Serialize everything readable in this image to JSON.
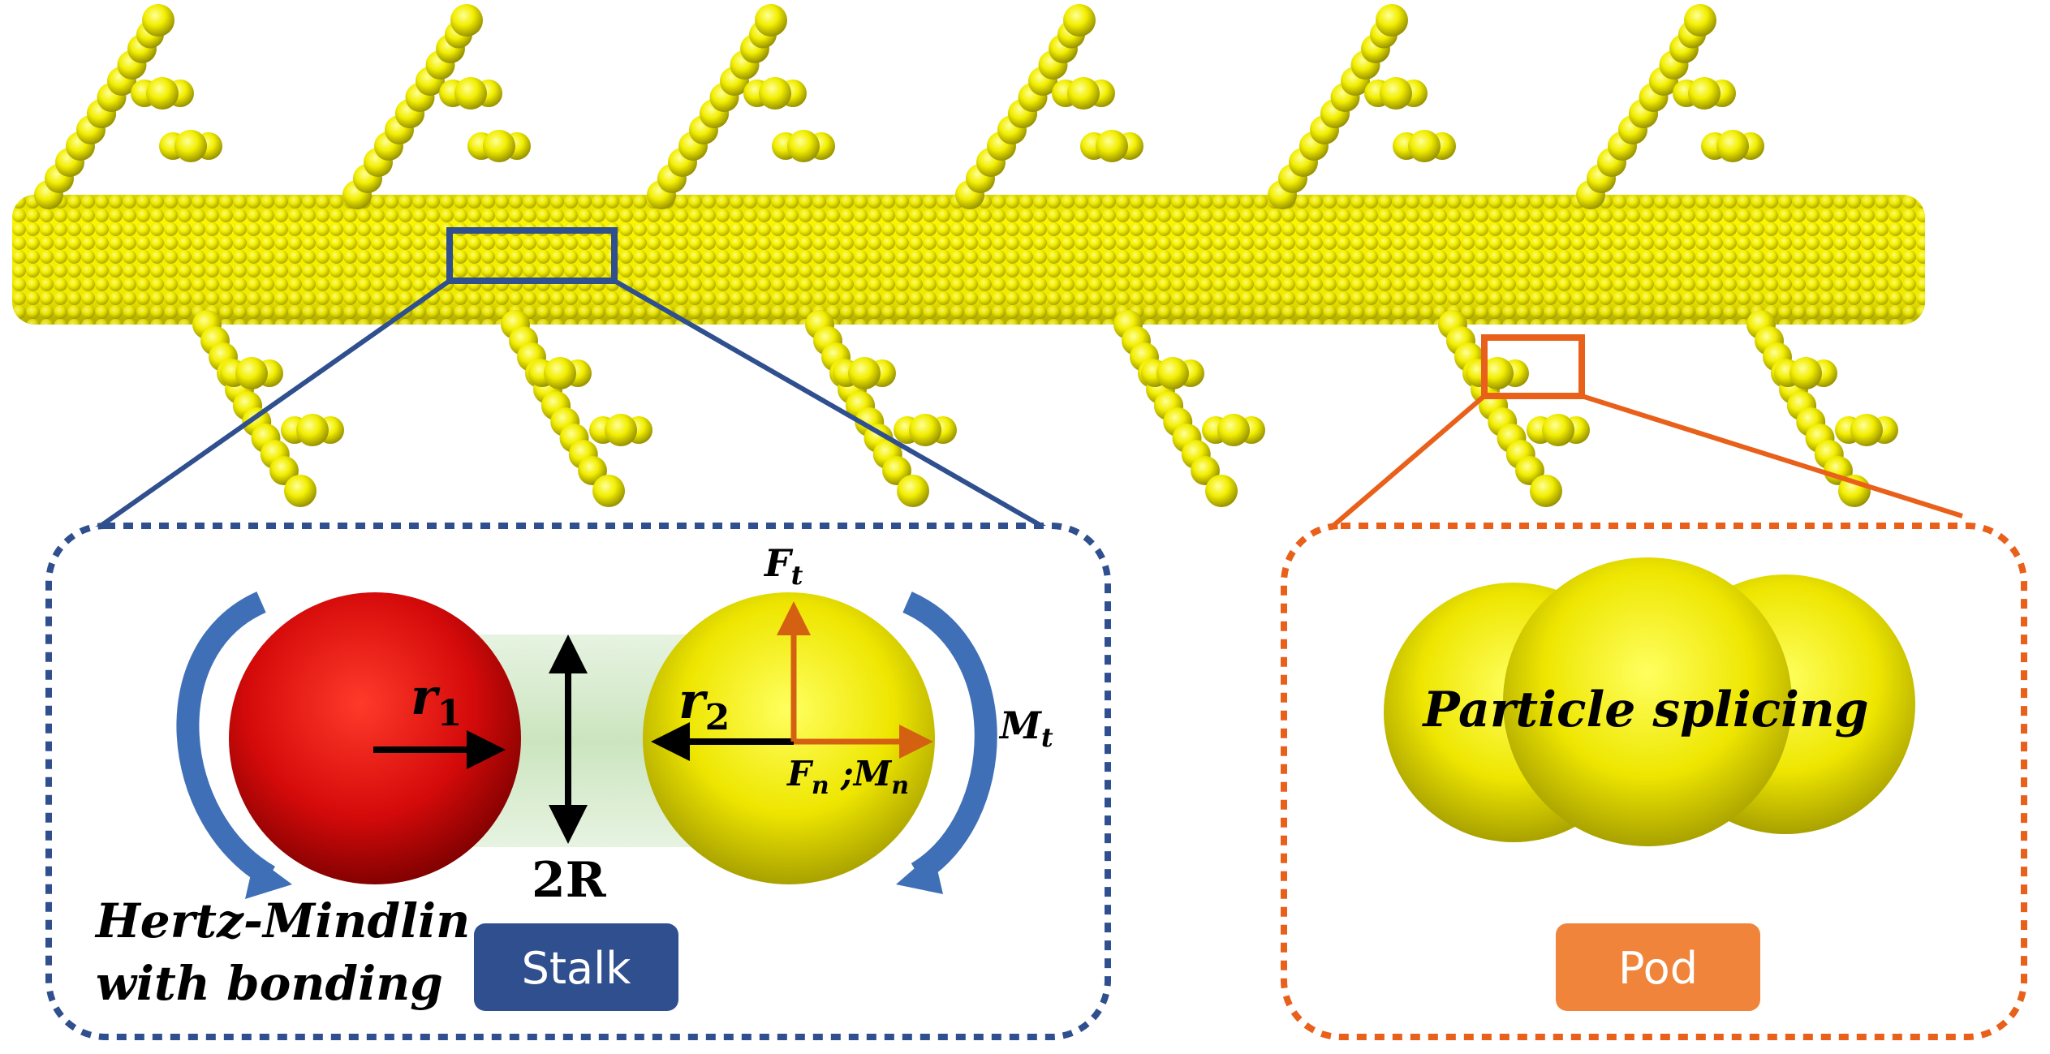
{
  "colors": {
    "particle": "#f2ee00",
    "particle_dark": "#9c9600",
    "red_particle": "#e01010",
    "bond": "#cfe8c4",
    "stalk_box": "#2f4f8f",
    "pod_box": "#e8601a",
    "moment_arrow": "#3f6fb6",
    "force_arrow": "#d46012",
    "stalk_tag": "#2f4f8f",
    "pod_tag": "#f0843a"
  },
  "labels": {
    "r1": "r",
    "r1_sub": "1",
    "r2": "r",
    "r2_sub": "2",
    "ft": "F",
    "ft_sub": "t",
    "mt": "M",
    "mt_sub": "t",
    "fn": "F",
    "fn_sub": "n",
    "fn_sep": " ;",
    "mn": "M",
    "mn_sub": "n",
    "two_r": "2R",
    "model_line1": "Hertz-Mindlin",
    "model_line2": "with bonding",
    "stalk": "Stalk",
    "particle_splicing": "Particle splicing",
    "pod": "Pod"
  },
  "icons": {
    "moment_arrows": "curved-arrow-icon",
    "force_arrows": "arrow-icon"
  }
}
